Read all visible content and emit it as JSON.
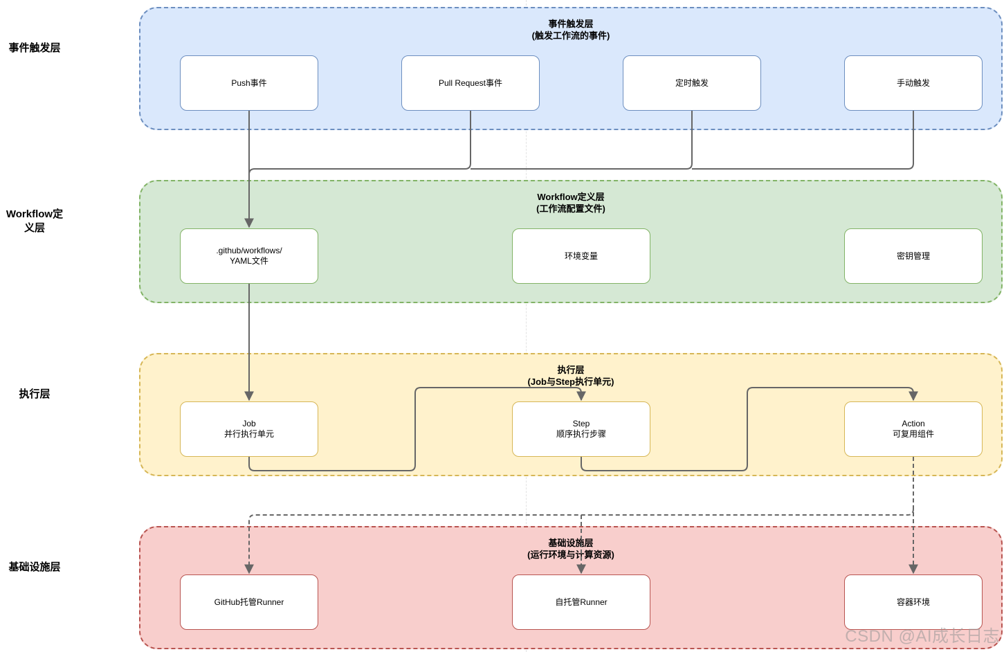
{
  "side_labels": {
    "trigger": "事件触发层",
    "workflow": "Workflow定\n义层",
    "execution": "执行层",
    "infrastructure": "基础设施层"
  },
  "layers": {
    "trigger": {
      "title": "事件触发层\n(触发工作流的事件)",
      "fill": "#dae8fc",
      "border": "#6c8ebf",
      "nodes": [
        "Push事件",
        "Pull Request事件",
        "定时触发",
        "手动触发"
      ]
    },
    "workflow": {
      "title": "Workflow定义层\n(工作流配置文件)",
      "fill": "#d5e8d4",
      "border": "#82b366",
      "nodes": [
        ".github/workflows/\nYAML文件",
        "环境变量",
        "密钥管理"
      ]
    },
    "execution": {
      "title": "执行层\n(Job与Step执行单元)",
      "fill": "#fff2cc",
      "border": "#d6b656",
      "nodes": [
        "Job\n并行执行单元",
        "Step\n顺序执行步骤",
        "Action\n可复用组件"
      ]
    },
    "infrastructure": {
      "title": "基础设施层\n(运行环境与计算资源)",
      "fill": "#f8cecc",
      "border": "#b85450",
      "nodes": [
        "GitHub托管Runner",
        "自托管Runner",
        "容器环境"
      ]
    }
  },
  "edge_color": "#666666",
  "watermark": "CSDN @AI成长日志"
}
